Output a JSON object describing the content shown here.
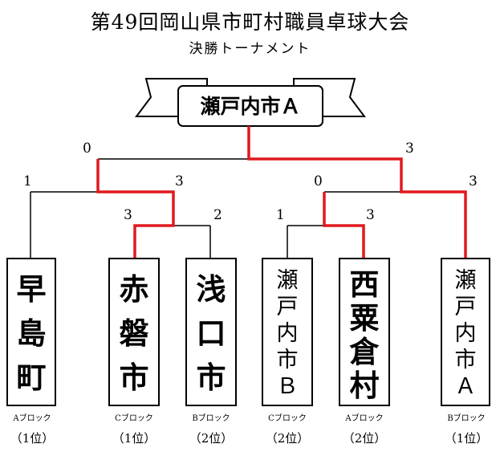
{
  "title": "第49回岡山県市町村職員卓球大会",
  "subtitle": "決勝トーナメント",
  "champion": "瀬戸内市Ａ",
  "teams": [
    {
      "name": "早\n島\n町",
      "block": "Aブロック",
      "rank": "（1位）"
    },
    {
      "name": "赤\n磐\n市",
      "block": "Cブロック",
      "rank": "（1位）"
    },
    {
      "name": "浅\n口\n市",
      "block": "Bブロック",
      "rank": "（2位）"
    },
    {
      "name": "瀬\n戸\n内\n市\nＢ",
      "block": "Cブロック",
      "rank": "（2位）"
    },
    {
      "name": "西\n粟\n倉\n村",
      "block": "Aブロック",
      "rank": "（2位）"
    },
    {
      "name": "瀬\n戸\n内\n市\nＡ",
      "block": "Bブロック",
      "rank": "（1位）"
    }
  ],
  "scores": {
    "final_left": "0",
    "final_right": "3",
    "semi_left_top": "1",
    "semi_left_bottom": "3",
    "qf_left_a": "3",
    "qf_left_b": "2",
    "semi_right_top": "0",
    "semi_right_bottom": "3",
    "qf_right_a": "1",
    "qf_right_b": "3"
  },
  "colors": {
    "win_path": "#e0191f",
    "line": "#000000"
  }
}
